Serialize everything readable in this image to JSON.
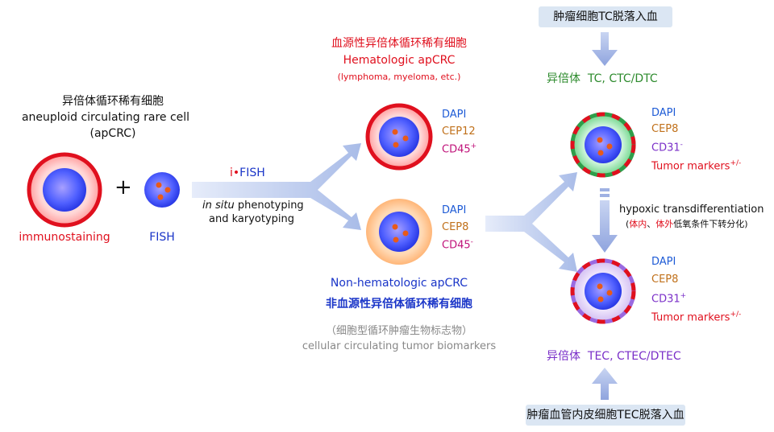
{
  "left": {
    "title_cn": "异倍体循环稀有细胞",
    "title_en": "aneuploid circulating rare cell",
    "title_abbr": "(apCRC)",
    "plus": "+",
    "immuno_label": "immunostaining",
    "fish_label": "FISH"
  },
  "method": {
    "prefix": "i",
    "dot": "•",
    "name": "FISH",
    "line1_italic": "in situ",
    "line1_rest": " phenotyping",
    "line2": "and karyotyping"
  },
  "hematologic": {
    "title_cn": "血源性异倍体循环稀有细胞",
    "title_en": "Hematologic apCRC",
    "subtitle": "(lymphoma, myeloma, etc.)",
    "markers": {
      "dapi": "DAPI",
      "cep": "CEP12",
      "cd": "CD45",
      "cd_sup": "+"
    }
  },
  "nonhematologic": {
    "title_en": "Non-hematologic apCRC",
    "title_cn": "非血源性异倍体循环稀有细胞",
    "note_cn": "（细胞型循环肿瘤生物标志物）",
    "note_en": "cellular circulating tumor biomarkers",
    "markers": {
      "dapi": "DAPI",
      "cep": "CEP8",
      "cd": "CD45",
      "cd_sup": "-"
    }
  },
  "tc": {
    "box": "肿瘤细胞TC脱落入血",
    "label_cn": "异倍体",
    "label_en": "TC, CTC/DTC",
    "markers": {
      "dapi": "DAPI",
      "cep": "CEP8",
      "cd": "CD31",
      "cd_sup": "-",
      "tumor": "Tumor markers",
      "tumor_sup": "+/-"
    }
  },
  "transdiff": {
    "line1": "hypoxic transdifferentiation",
    "open": "(",
    "invivo": "体内",
    "sep": "、",
    "invitro": "体外",
    "rest": "低氧条件下转分化)"
  },
  "tec": {
    "label_cn": "异倍体",
    "label_en": "TEC, CTEC/DTEC",
    "box": "肿瘤血管内皮细胞TEC脱落入血",
    "markers": {
      "dapi": "DAPI",
      "cep": "CEP8",
      "cd": "CD31",
      "cd_sup": "+",
      "tumor": "Tumor markers",
      "tumor_sup": "+/-"
    }
  },
  "colors": {
    "red": "#e0101e",
    "blue": "#1a35c8",
    "dapi": "#1e5bd6",
    "cep": "#c0701a",
    "cd": "#c0137a",
    "purple": "#7a2fc8",
    "green": "#2e8b2e",
    "gray": "#888888",
    "arrow": "#b7c6ea"
  }
}
